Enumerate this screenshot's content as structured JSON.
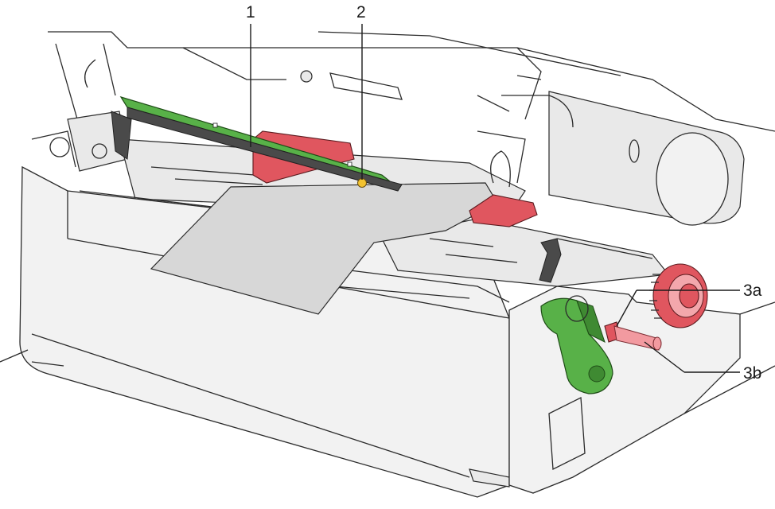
{
  "callouts": {
    "c1": "1",
    "c2": "2",
    "c3a": "3a",
    "c3b": "3b"
  },
  "colors": {
    "sensor_bar": "#58b148",
    "sensor_point": "#f2c230",
    "red_parts": "#e0565f",
    "green_lever": "#58b148",
    "paper": "#d7d7d7"
  }
}
